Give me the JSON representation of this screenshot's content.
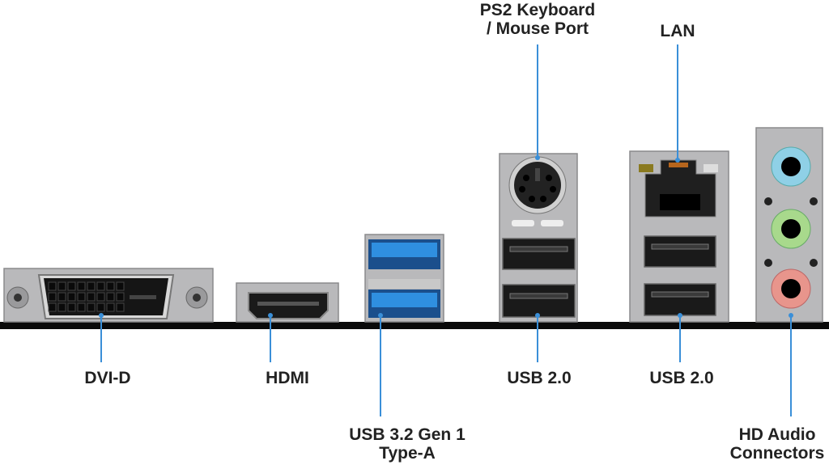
{
  "title": "Rear I/O Panel Ports",
  "labels": {
    "dvi": "DVI-D",
    "hdmi": "HDMI",
    "usb3_line1": "USB 3.2 Gen 1",
    "usb3_line2": "Type-A",
    "ps2_line1": "PS2 Keyboard",
    "ps2_line2": "/ Mouse Port",
    "usb2_left": "USB 2.0",
    "lan": "LAN",
    "usb2_right": "USB 2.0",
    "audio_line1": "HD Audio",
    "audio_line2": "Connectors"
  },
  "colors": {
    "leader": "#3a8fd8",
    "usb3_blue": "#2f8fe0",
    "audio_blue": "#8fd0e6",
    "audio_green": "#a8d98c",
    "audio_pink": "#e8958c"
  }
}
